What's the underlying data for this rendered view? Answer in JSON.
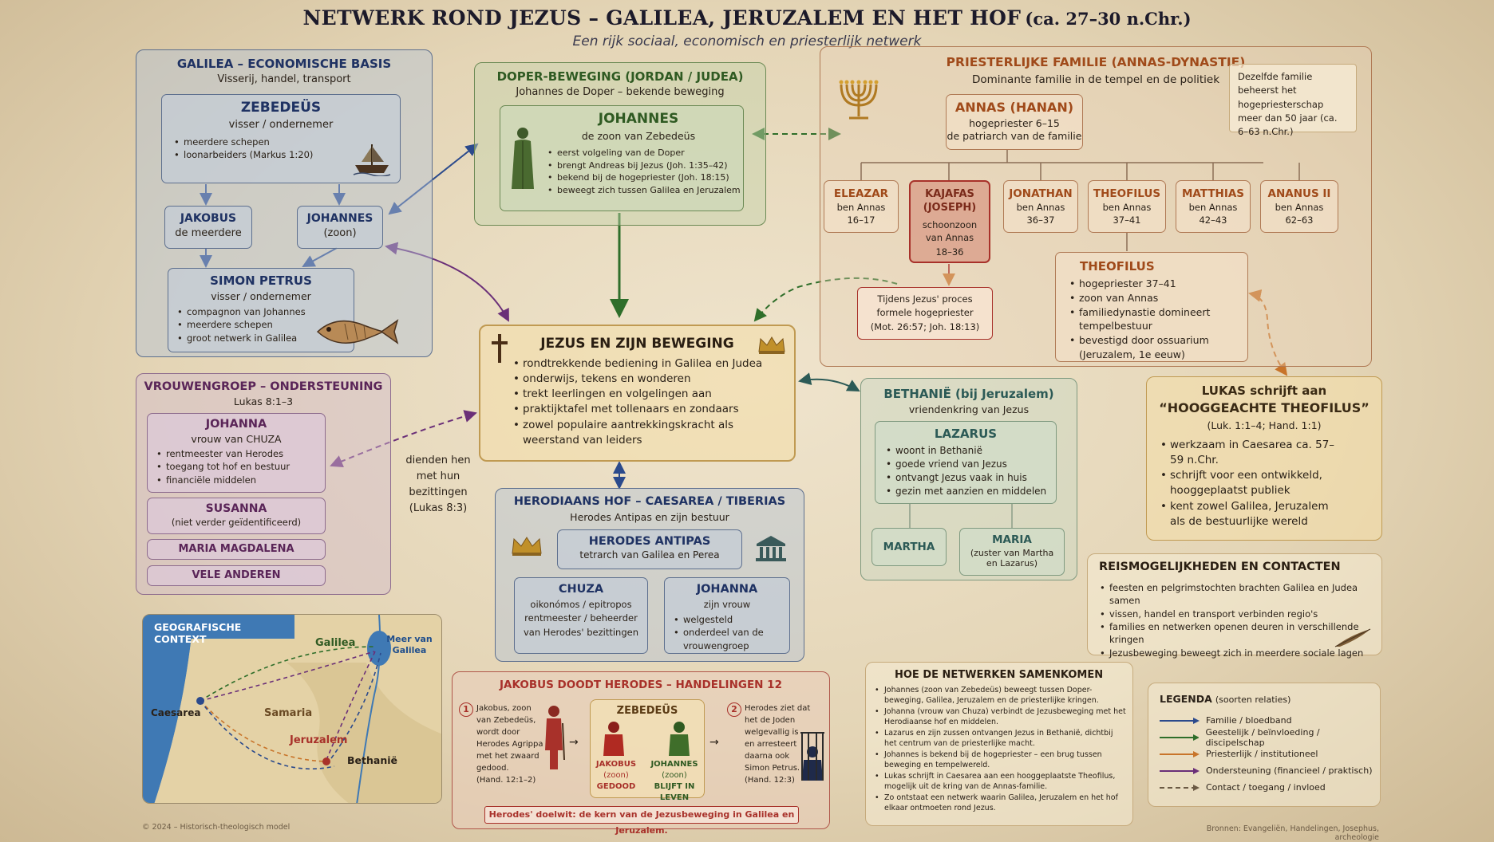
{
  "title": "NETWERK ROND JEZUS – GALILEA, JERUZALEM EN HET HOF",
  "title_suffix": "(ca. 27–30 n.Chr.)",
  "subtitle": "Een rijk sociaal, economisch en priesterlijk netwerk",
  "galilea": {
    "heading": "GALILEA – ECONOMISCHE BASIS",
    "sub": "Visserij, handel, transport",
    "zebedeus": {
      "name": "ZEBEDEÜS",
      "role": "visser / ondernemer",
      "items": [
        "meerdere schepen",
        "loonarbeiders (Markus 1:20)"
      ]
    },
    "jakobus": {
      "name": "JAKOBUS",
      "role": "de meerdere"
    },
    "johannes": {
      "name": "JOHANNES",
      "role": "(zoon)"
    },
    "simon": {
      "name": "SIMON PETRUS",
      "role": "visser / ondernemer",
      "items": [
        "compagnon van Johannes",
        "meerdere schepen",
        "groot netwerk in Galilea"
      ]
    }
  },
  "doper": {
    "heading": "DOPER-BEWEGING (JORDAN / JUDEA)",
    "sub": "Johannes de Doper – bekende beweging",
    "name": "JOHANNES",
    "role": "de zoon van Zebedeüs",
    "items": [
      "eerst volgeling van de Doper",
      "brengt Andreas bij Jezus (Joh. 1:35–42)",
      "bekend bij de hogepriester (Joh. 18:15)",
      "beweegt zich tussen Galilea en Jeruzalem"
    ]
  },
  "priest": {
    "heading": "PRIESTERLIJKE FAMILIE (ANNAS-DYNASTIE)",
    "sub": "Dominante familie in de tempel en de politiek",
    "note": "Dezelfde familie beheerst het hogepriesterschap meer dan 50 jaar (ca. 6–63 n.Chr.)",
    "annas": {
      "name": "ANNAS (HANAN)",
      "line1": "hogepriester 6–15",
      "line2": "de patriarch van de familie"
    },
    "sons": [
      {
        "name": "ELEAZAR",
        "l1": "ben Annas",
        "l2": "16–17"
      },
      {
        "name": "KAJAFAS (JOSEPH)",
        "l1": "schoonzoon van Annas",
        "l2": "18–36"
      },
      {
        "name": "JONATHAN",
        "l1": "ben Annas",
        "l2": "36–37"
      },
      {
        "name": "THEOFILUS",
        "l1": "ben Annas",
        "l2": "37–41"
      },
      {
        "name": "MATTHIAS",
        "l1": "ben Annas",
        "l2": "42–43"
      },
      {
        "name": "ANANUS II",
        "l1": "ben Annas",
        "l2": "62–63"
      }
    ],
    "proces": [
      "Tijdens Jezus' proces",
      "formele hogepriester",
      "(Mot. 26:57; Joh. 18:13)"
    ],
    "theofilus": {
      "name": "THEOFILUS",
      "items": [
        "hogepriester 37–41",
        "zoon van Annas",
        "familiedynastie domineert tempelbestuur",
        "bevestigd door ossuarium (Jeruzalem, 1e eeuw)"
      ]
    }
  },
  "jezus": {
    "heading": "JEZUS EN ZIJN BEWEGING",
    "items": [
      "rondtrekkende bediening in Galilea en Judea",
      "onderwijs, tekens en wonderen",
      "trekt leerlingen en volgelingen aan",
      "praktijktafel met tollenaars en zondaars",
      "zowel populaire aantrekkingskracht als weerstand van leiders"
    ]
  },
  "vrouwen": {
    "heading": "VROUWENGROEP – ONDERSTEUNING",
    "sub": "Lukas 8:1–3",
    "johanna": {
      "name": "JOHANNA",
      "role": "vrouw van CHUZA",
      "items": [
        "rentmeester van Herodes",
        "toegang tot hof en bestuur",
        "financiële middelen"
      ]
    },
    "susanna": {
      "name": "SUSANNA",
      "role": "(niet verder geïdentificeerd)"
    },
    "maria": "MARIA MAGDALENA",
    "vele": "VELE ANDEREN",
    "note": [
      "dienden hen",
      "met hun bezittingen",
      "(Lukas 8:3)"
    ]
  },
  "herod": {
    "heading": "HERODIAANS HOF – CAESAREA / TIBERIAS",
    "sub": "Herodes Antipas en zijn bestuur",
    "antipas": {
      "name": "HERODES ANTIPAS",
      "role": "tetrarch van Galilea en Perea"
    },
    "chuza": {
      "name": "CHUZA",
      "lines": [
        "oikonómos / epitropos",
        "rentmeester / beheerder",
        "van Herodes' bezittingen"
      ]
    },
    "johanna": {
      "name": "JOHANNA",
      "role": "zijn vrouw",
      "items": [
        "welgesteld",
        "onderdeel van de vrouwengroep"
      ]
    }
  },
  "bethanie": {
    "heading": "BETHANIË (bij Jeruzalem)",
    "sub": "vriendenkring van Jezus",
    "lazarus": {
      "name": "LAZARUS",
      "items": [
        "woont in Bethanië",
        "goede vriend van Jezus",
        "ontvangt Jezus vaak in huis",
        "gezin met aanzien en middelen"
      ]
    },
    "martha": "MARTHA",
    "maria": {
      "name": "MARIA",
      "lines": [
        "(zuster van Martha",
        "en Lazarus)"
      ]
    }
  },
  "lukas": {
    "heading": "LUKAS schrijft aan",
    "heading2": "“HOOGGEACHTE THEOFILUS”",
    "ref": "(Luk. 1:1–4; Hand. 1:1)",
    "items": [
      "werkzaam in Caesarea ca. 57–59 n.Chr.",
      "schrijft voor een ontwikkeld, hooggeplaatst publiek",
      "kent zowel Galilea, Jeruzalem als de bestuurlijke wereld"
    ]
  },
  "reis": {
    "heading": "REISMOGELIJKHEDEN EN CONTACTEN",
    "items": [
      "feesten en pelgrimstochten brachten Galilea en Judea samen",
      "vissen, handel en transport verbinden regio's",
      "families en netwerken openen deuren in verschillende kringen",
      "Jezusbeweging beweegt zich in meerdere sociale lagen"
    ]
  },
  "geo": {
    "heading": "GEOGRAFISCHE CONTEXT",
    "galilea": "Galilea",
    "meer": [
      "Meer van",
      "Galilea"
    ],
    "caesarea": "Caesarea",
    "samaria": "Samaria",
    "jeruzalem": "Jeruzalem",
    "bethanie": "Bethanië"
  },
  "jakobus_box": {
    "heading": "JAKOBUS DOODT HERODES – HANDELINGEN 12",
    "step1_num": "1",
    "step1": [
      "Jakobus, zoon",
      "van Zebedeüs,",
      "wordt door",
      "Herodes Agrippa I",
      "met het zwaard",
      "gedood.",
      "(Hand. 12:1–2)"
    ],
    "zebedeus": "ZEBEDEÜS",
    "jakobus": {
      "name": "JAKOBUS",
      "role": "(zoon)",
      "fate": "GEDOOD"
    },
    "johannes": {
      "name": "JOHANNES",
      "role": "(zoon)",
      "fate": "BLIJFT IN LEVEN"
    },
    "step2_num": "2",
    "step2": [
      "Herodes ziet dat",
      "het de Joden",
      "welgevallig is",
      "en arresteert",
      "daarna ook",
      "Simon Petrus.",
      "(Hand. 12:3)"
    ],
    "footer": "Herodes' doelwit: de kern van de Jezusbeweging in Galilea en Jeruzalem."
  },
  "samenkomen": {
    "heading": "HOE DE NETWERKEN SAMENKOMEN",
    "items": [
      "Johannes (zoon van Zebedeüs) beweegt tussen Doper-beweging, Galilea, Jeruzalem en de priesterlijke kringen.",
      "Johanna (vrouw van Chuza) verbindt de Jezusbeweging met het Herodiaanse hof en middelen.",
      "Lazarus en zijn zussen ontvangen Jezus in Bethanië, dichtbij het centrum van de priesterlijke macht.",
      "Johannes is bekend bij de hogepriester – een brug tussen beweging en tempelwereld.",
      "Lukas schrijft in Caesarea aan een hooggeplaatste Theofilus, mogelijk uit de kring van de Annas-familie.",
      "Zo ontstaat een netwerk waarin Galilea, Jeruzalem en het hof elkaar ontmoeten rond Jezus."
    ]
  },
  "legenda": {
    "heading": "LEGENDA",
    "heading_sub": "(soorten relaties)",
    "items": [
      {
        "label": "Familie / bloedband",
        "color": "#2b4a8c"
      },
      {
        "label": "Geestelijk / beïnvloeding / discipelschap",
        "color": "#2f6e2a"
      },
      {
        "label": "Priesterlijk / institutioneel",
        "color": "#c8742a"
      },
      {
        "label": "Ondersteuning (financieel / praktisch)",
        "color": "#6a2f78"
      },
      {
        "label": "Contact / toegang / invloed",
        "color": "#6b5a44"
      }
    ]
  },
  "footer_left": "© 2024 – Historisch-theologisch model",
  "footer_right": "Bronnen: Evangeliën, Handelingen, Josephus, archeologie"
}
